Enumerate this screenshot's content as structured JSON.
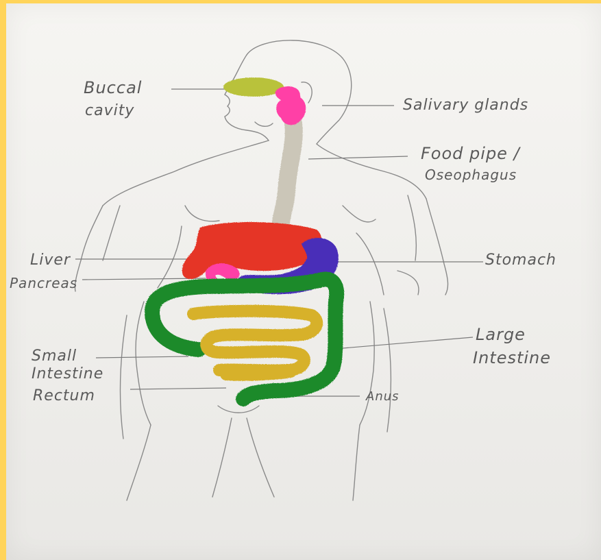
{
  "labels": {
    "buccal_cavity_1": "Buccal",
    "buccal_cavity_2": "cavity",
    "salivary_glands": "Salivary glands",
    "food_pipe_1": "Food pipe /",
    "food_pipe_2": "Oseophagus",
    "liver": "Liver",
    "pancreas": "Pancreas",
    "stomach": "Stomach",
    "large_intestine_1": "Large",
    "large_intestine_2": "Intestine",
    "small_intestine_1": "Small",
    "small_intestine_2": "Intestine",
    "rectum": "Rectum",
    "anus": "Anus"
  },
  "colors": {
    "frame": "#ffd45a",
    "buccal": "#b9c23a",
    "salivary": "#ff3fa6",
    "esophagus": "#c9c4b6",
    "liver": "#e53527",
    "stomach": "#4a2fb8",
    "pancreas": "#ff3fa6",
    "large_intestine": "#1c8a2a",
    "small_intestine": "#d7b12c",
    "pencil": "#7a7a7a"
  }
}
